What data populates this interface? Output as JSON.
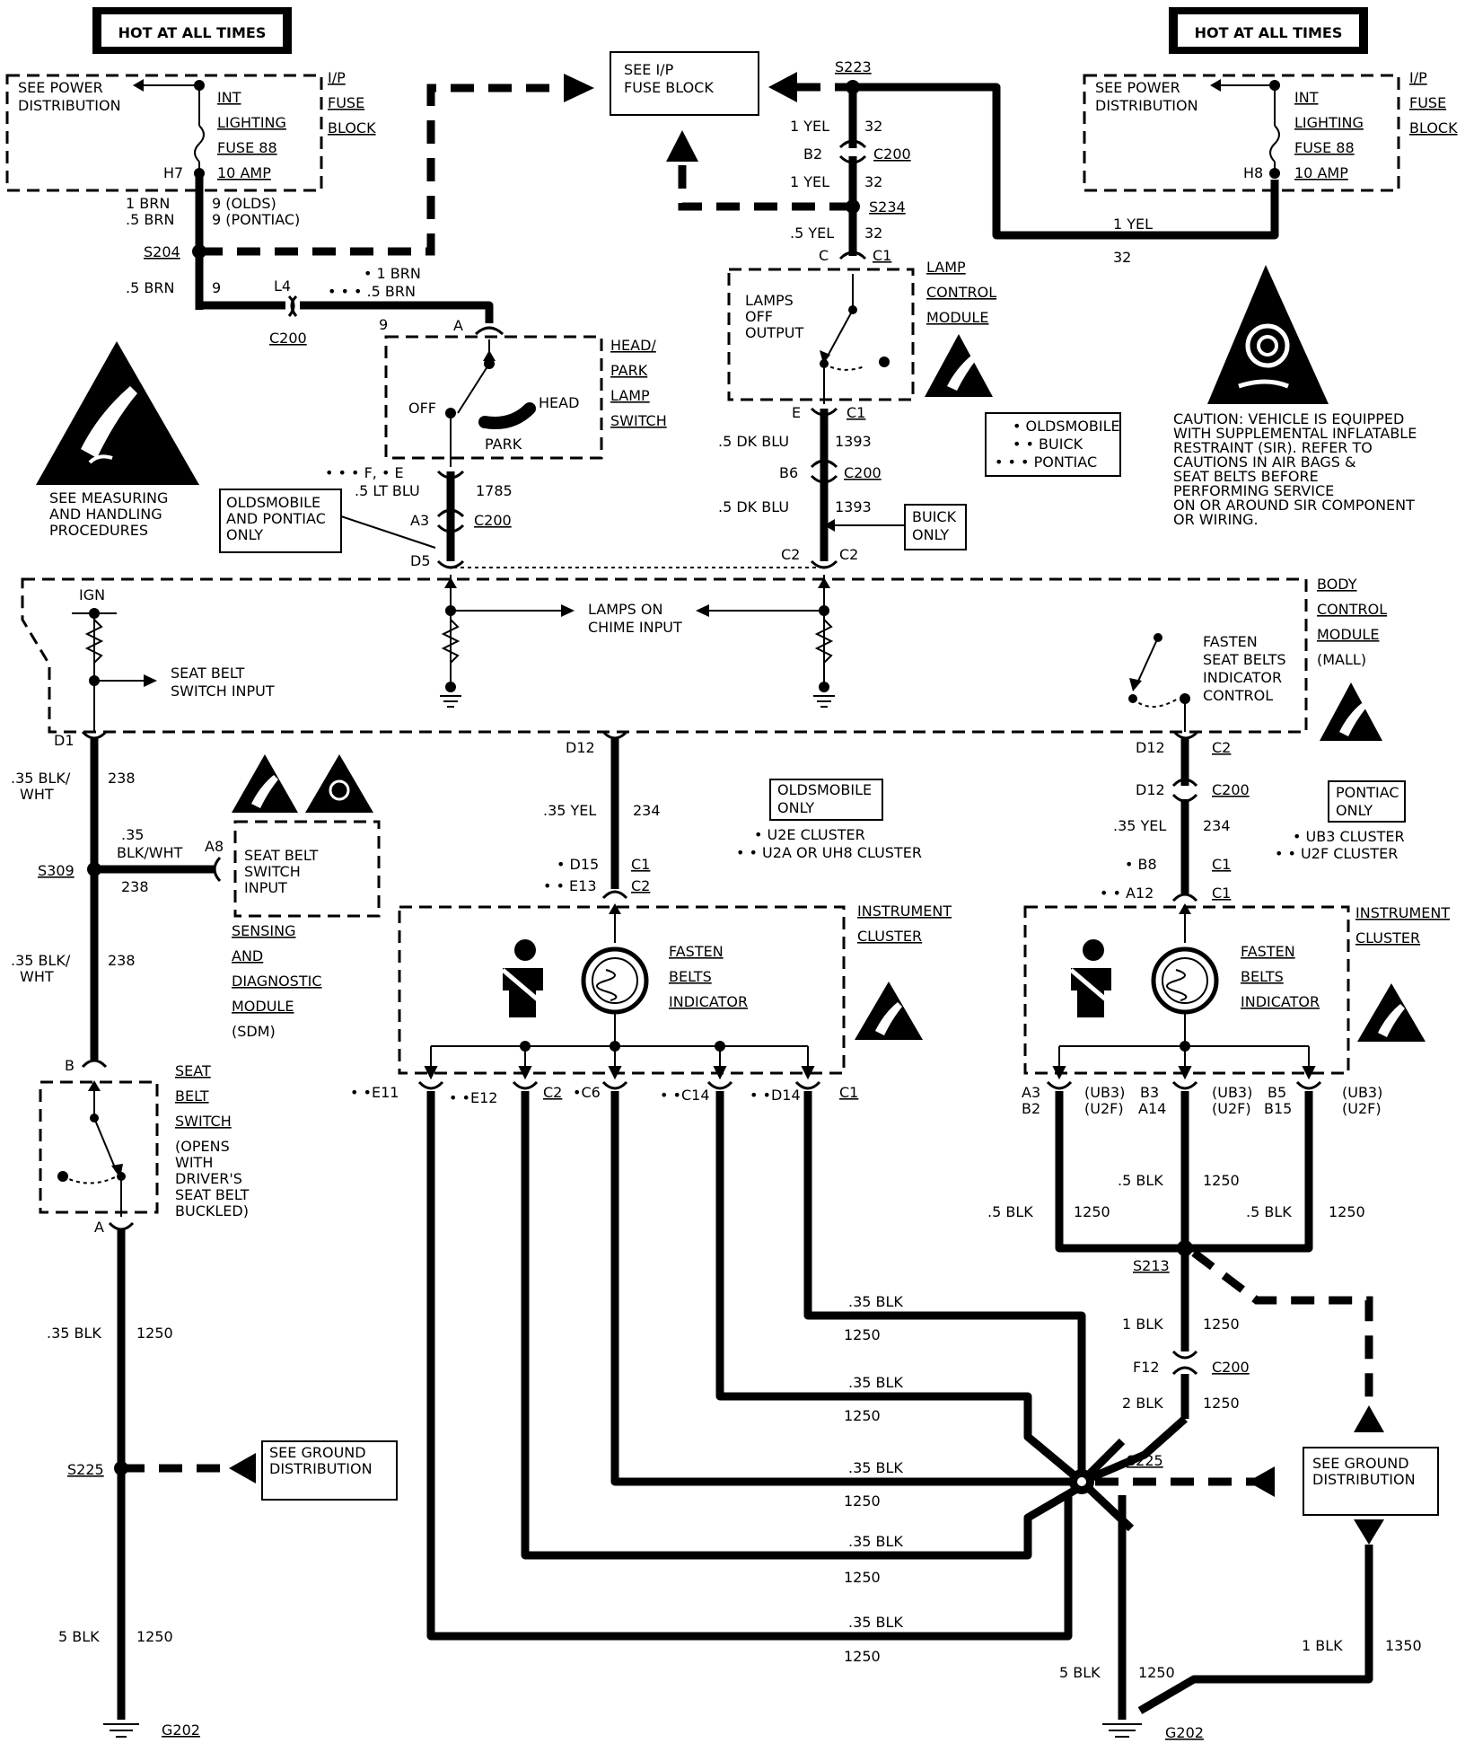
{
  "labels": {
    "hot_left": "HOT AT ALL TIMES",
    "hot_right": "HOT AT ALL TIMES",
    "see_power_left": [
      "SEE POWER",
      "DISTRIBUTION"
    ],
    "see_power_right": [
      "SEE POWER",
      "DISTRIBUTION"
    ],
    "fuse_left": [
      "INT",
      "LIGHTING",
      "FUSE 88",
      "10 AMP"
    ],
    "fuse_right": [
      "INT",
      "LIGHTING",
      "FUSE 88",
      "10 AMP"
    ],
    "ip_fuse_block_left": [
      "I/P",
      "FUSE",
      "BLOCK"
    ],
    "ip_fuse_block_right": [
      "I/P",
      "FUSE",
      "BLOCK"
    ],
    "see_ip_fuse_block": [
      "SEE I/P",
      "FUSE BLOCK"
    ],
    "h7": "H7",
    "h8": "H8",
    "brn_olds": "1 BRN",
    "brn_pontiac": ".5 BRN",
    "nine_olds": "9 (OLDS)",
    "nine_pontiac": "9 (PONTIAC)",
    "s204": "S204",
    "brn_s204": ".5 BRN",
    "nine_a": "9",
    "l4": "L4",
    "c200_a": "C200",
    "dot1_brn": "• 1 BRN",
    "dot3_brn": "• • • .5 BRN",
    "nine_b": "9",
    "pin_a": "A",
    "head_park_switch": [
      "HEAD/",
      "PARK",
      "LAMP",
      "SWITCH"
    ],
    "off": "OFF",
    "head": "HEAD",
    "park": "PARK",
    "fe_label": "• • • F, • E",
    "lt_blu": ".5 LT BLU",
    "wire_1785": "1785",
    "a3": "A3",
    "c200_b": "C200",
    "d5": "D5",
    "olds_pontiac_only": [
      "OLDSMOBILE",
      "AND PONTIAC",
      "ONLY"
    ],
    "esd_left_caption": [
      "SEE MEASURING",
      "AND HANDLING",
      "PROCEDURES"
    ],
    "s223": "S223",
    "yel_1a": "1 YEL",
    "n32a": "32",
    "b2": "B2",
    "c200_c": "C200",
    "yel_1b": "1 YEL",
    "n32b": "32",
    "s234": "S234",
    "yel_5": ".5 YEL",
    "n32c": "32",
    "c_pin": "C",
    "c1_a": "C1",
    "lamp_control_module": [
      "LAMP",
      "CONTROL",
      "MODULE"
    ],
    "lamps_off_output": [
      "LAMPS",
      "OFF",
      "OUTPUT"
    ],
    "e_pin": "E",
    "c1_b": "C1",
    "dk_blu_a": ".5 DK BLU",
    "n1393a": "1393",
    "b6": "B6",
    "c200_d": "C200",
    "dk_blu_b": ".5 DK BLU",
    "n1393b": "1393",
    "buick_only": [
      "BUICK",
      "ONLY"
    ],
    "c2_a": "C2",
    "c2_b": "C2",
    "legend": [
      "• OLDSMOBILE",
      "• • BUICK",
      "• • • PONTIAC"
    ],
    "yel_right": "1 YEL",
    "n32_right": "32",
    "caution": [
      "CAUTION: VEHICLE IS EQUIPPED",
      "WITH SUPPLEMENTAL INFLATABLE",
      "RESTRAINT (SIR). REFER TO",
      "CAUTIONS IN AIR BAGS &",
      "SEAT BELTS BEFORE",
      "PERFORMING SERVICE",
      "ON OR AROUND SIR COMPONENT",
      "OR WIRING."
    ],
    "ign": "IGN",
    "seat_belt_switch_input": [
      "SEAT BELT",
      "SWITCH INPUT"
    ],
    "lamps_on_chime": [
      "LAMPS ON",
      "CHIME INPUT"
    ],
    "fasten_seat_belts_ctrl": [
      "FASTEN",
      "SEAT BELTS",
      "INDICATOR",
      "CONTROL"
    ],
    "bcm": [
      "BODY",
      "CONTROL",
      "MODULE",
      "(MALL)"
    ],
    "d1": "D1",
    "d12_a": "D12",
    "d12_b": "D12",
    "c2_c": "C2",
    "blk_wht_a": [
      ".35 BLK/",
      "WHT"
    ],
    "n238a": "238",
    "blk_wht_b": [
      ".35",
      "BLK/WHT"
    ],
    "n238b": "238",
    "a8": "A8",
    "s309": "S309",
    "sdm_input": [
      "SEAT BELT",
      "SWITCH",
      "INPUT"
    ],
    "sdm": [
      "SENSING",
      "AND",
      "DIAGNOSTIC",
      "MODULE",
      "(SDM)"
    ],
    "blk_wht_c": [
      ".35 BLK/",
      "WHT"
    ],
    "n238c": "238",
    "b_pin": "B",
    "seat_belt_switch": [
      "SEAT",
      "BELT",
      "SWITCH",
      "(OPENS",
      "WITH",
      "DRIVER'S",
      "SEAT BELT",
      "BUCKLED)"
    ],
    "a_pin": "A",
    "blk_35_a": ".35 BLK",
    "n1250a": "1250",
    "s225_left": "S225",
    "see_ground_left": [
      "SEE GROUND",
      "DISTRIBUTION"
    ],
    "blk_5_a": "5 BLK",
    "n1250b": "1250",
    "g202_left": "G202",
    "yel_35_a": ".35 YEL",
    "n234a": "234",
    "olds_only": [
      "OLDSMOBILE",
      "ONLY"
    ],
    "olds_clusters": [
      "• U2E CLUSTER",
      "• • U2A OR UH8 CLUSTER"
    ],
    "d15": "• D15",
    "c1_c": "C1",
    "e13": "• • E13",
    "c2_d": "C2",
    "instrument_cluster_a": [
      "INSTRUMENT",
      "CLUSTER"
    ],
    "fasten_belts_a": [
      "FASTEN",
      "BELTS",
      "INDICATOR"
    ],
    "e11": "• •E11",
    "e12": "• •E12",
    "c2_e": "C2",
    "c6": "•C6",
    "c14": "• •C14",
    "d14": "• •D14",
    "c1_d": "C1",
    "blk35_w1": ".35 BLK",
    "n1250_w1": "1250",
    "blk35_w2": ".35 BLK",
    "n1250_w2": "1250",
    "blk35_w3": ".35 BLK",
    "n1250_w3": "1250",
    "blk35_w4": ".35 BLK",
    "n1250_w4": "1250",
    "blk35_w5": ".35 BLK",
    "n1250_w5": "1250",
    "d12_c": "D12",
    "c200_e": "C200",
    "yel_35_b": ".35 YEL",
    "n234b": "234",
    "pontiac_only": [
      "PONTIAC",
      "ONLY"
    ],
    "pontiac_clusters": [
      "• UB3 CLUSTER",
      "• • U2F CLUSTER"
    ],
    "b8": "• B8",
    "c1_e": "C1",
    "a12": "• • A12",
    "c1_f": "C1",
    "instrument_cluster_b": [
      "INSTRUMENT",
      "CLUSTER"
    ],
    "fasten_belts_b": [
      "FASTEN",
      "BELTS",
      "INDICATOR"
    ],
    "a3b2": [
      "A3",
      "B2"
    ],
    "ub3_u2f_a": [
      "(UB3)",
      "(U2F)"
    ],
    "b3a14": [
      "B3",
      "A14"
    ],
    "ub3_u2f_b": [
      "(UB3)",
      "(U2F)"
    ],
    "b5b15": [
      "B5",
      "B15"
    ],
    "ub3_u2f_c": [
      "(UB3)",
      "(U2F)"
    ],
    "blk5_mid": ".5 BLK",
    "n1250_mid": "1250",
    "blk5_left": ".5 BLK",
    "n1250_left": "1250",
    "blk5_right": ".5 BLK",
    "n1250_right": "1250",
    "s213": "S213",
    "blk1": "1 BLK",
    "n1250_s213": "1250",
    "f12": "F12",
    "c200_f": "C200",
    "blk2": "2 BLK",
    "n1250_f12": "1250",
    "s225_right": "S225",
    "see_ground_right": [
      "SEE GROUND",
      "DISTRIBUTION"
    ],
    "blk5_bottom": "5 BLK",
    "n1250_bottom": "1250",
    "blk1_bottom": "1 BLK",
    "n1350": "1350",
    "g202_right": "G202"
  }
}
